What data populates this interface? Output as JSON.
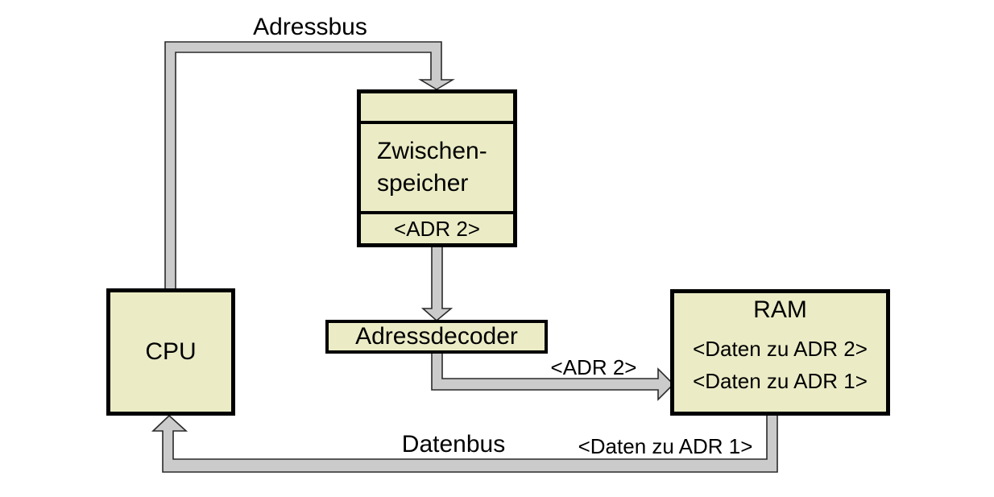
{
  "colors": {
    "canvas_bg": "#ffffff",
    "box_fill": "#ebecc6",
    "box_border": "#000000",
    "bus_fill": "#cbcbcb",
    "bus_outline": "#2a2a2a",
    "text_color": "#000000"
  },
  "nodes": {
    "cpu": {
      "label": "CPU"
    },
    "zwischenspeicher": {
      "lines": [
        "Zwischen-",
        "speicher"
      ],
      "slot_label": "<ADR 2>"
    },
    "adressdecoder": {
      "label": "Adressdecoder"
    },
    "ram": {
      "label": "RAM",
      "entries": [
        "<Daten zu ADR 2>",
        "<Daten zu ADR 1>"
      ]
    }
  },
  "buses": {
    "adressbus": {
      "label": "Adressbus"
    },
    "datenbus": {
      "label": "Datenbus"
    },
    "adr2_signal": {
      "label": "<ADR 2>"
    },
    "daten_adr1_signal": {
      "label": "<Daten zu ADR 1>"
    }
  }
}
